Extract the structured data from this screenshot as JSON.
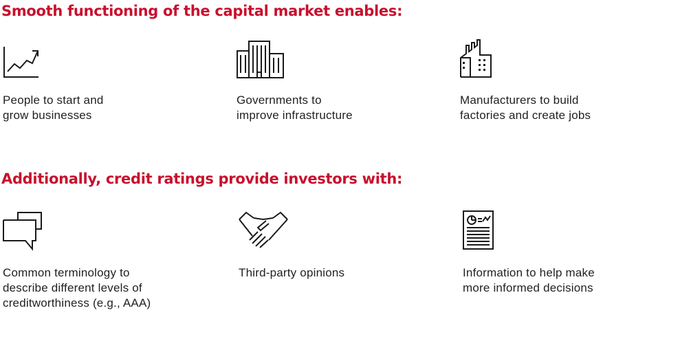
{
  "colors": {
    "heading": "#c8102e",
    "text": "#222222",
    "icon_stroke": "#1a1a1a"
  },
  "section_capital_market": {
    "heading": "Smooth functioning of the capital market enables:",
    "items": [
      {
        "icon": "line-chart-icon",
        "lines": [
          "People to start and",
          "grow businesses"
        ]
      },
      {
        "icon": "buildings-icon",
        "lines": [
          "Governments to",
          "improve infrastructure"
        ]
      },
      {
        "icon": "factory-icon",
        "lines": [
          "Manufacturers to build",
          "factories and create jobs"
        ]
      }
    ]
  },
  "section_credit_ratings": {
    "heading": "Additionally, credit ratings provide investors with:",
    "items": [
      {
        "icon": "speech-bubbles-icon",
        "lines": [
          "Common terminology to",
          "describe different levels of",
          "creditworthiness (e.g., AAA)"
        ]
      },
      {
        "icon": "handshake-icon",
        "lines": [
          "Third-party opinions"
        ]
      },
      {
        "icon": "report-document-icon",
        "lines": [
          "Information to help make",
          "more informed decisions"
        ]
      }
    ]
  }
}
